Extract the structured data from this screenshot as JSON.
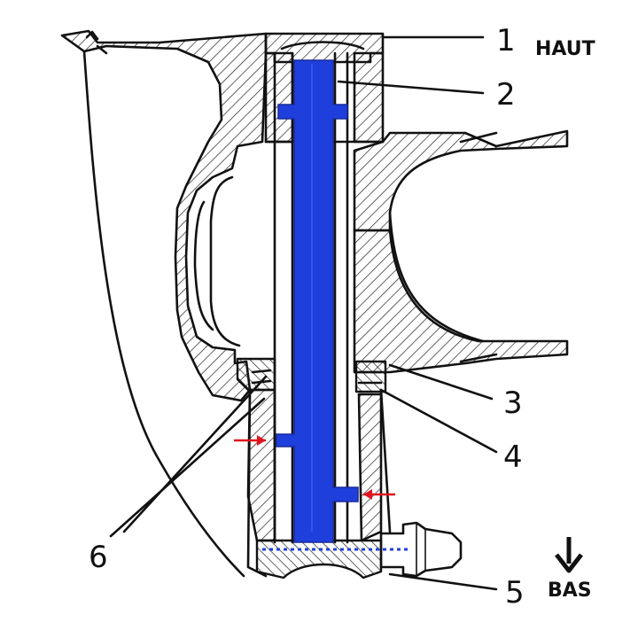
{
  "labels": {
    "top": "HAUT",
    "bottom": "BAS",
    "callouts": [
      "1",
      "2",
      "3",
      "4",
      "5",
      "6"
    ]
  },
  "icons": {
    "direction": "arrow-down-icon",
    "marker": "red-arrow-icon"
  },
  "colors": {
    "shaft": "#1f3fdc",
    "marker": "#e0141e",
    "dotted_line": "#1f3fdc",
    "ink": "#111111"
  }
}
